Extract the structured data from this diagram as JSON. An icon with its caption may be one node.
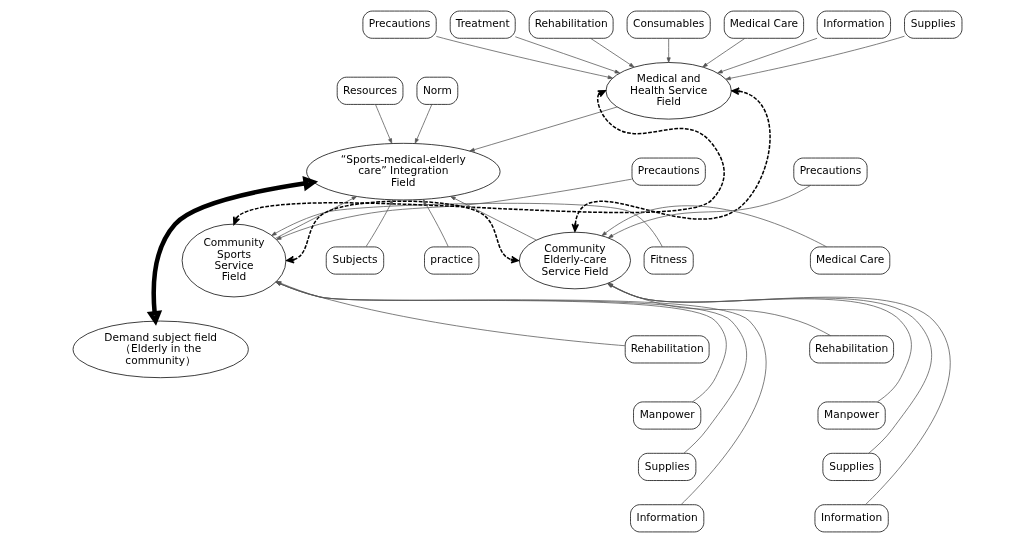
{
  "diagram": {
    "nodes": [
      {
        "text": [
          "Precautions"
        ]
      },
      {
        "text": [
          "Treatment"
        ]
      },
      {
        "text": [
          "Rehabilitation"
        ]
      },
      {
        "text": [
          "Consumables"
        ]
      },
      {
        "text": [
          "Medical Care"
        ]
      },
      {
        "text": [
          "Information"
        ]
      },
      {
        "text": [
          "Supplies"
        ]
      },
      {
        "text": [
          "Medical and Health Service Field"
        ]
      },
      {
        "text": [
          "Resources"
        ]
      },
      {
        "text": [
          "Norm"
        ]
      },
      {
        "text": [
          "“Sports-medical-elderly care” Integration Field"
        ]
      },
      {
        "text": [
          "Community Sports Service Field"
        ]
      },
      {
        "text": [
          "Subjects"
        ]
      },
      {
        "text": [
          "practice"
        ]
      },
      {
        "text": [
          "Community Elderly-care Service Field"
        ]
      },
      {
        "text": [
          "Demand subject field （Elderly in the community）"
        ]
      },
      {
        "text": [
          "Precautions"
        ]
      },
      {
        "text": [
          "Fitness"
        ]
      },
      {
        "text": [
          "Rehabilitation"
        ]
      },
      {
        "text": [
          "Manpower"
        ]
      },
      {
        "text": [
          "Supplies"
        ]
      },
      {
        "text": [
          "Information"
        ]
      },
      {
        "text": [
          "Precautions"
        ]
      },
      {
        "text": [
          "Medical Care"
        ]
      },
      {
        "text": [
          "Rehabilitation"
        ]
      },
      {
        "text": [
          "Manpower"
        ]
      },
      {
        "text": [
          "Supplies"
        ]
      },
      {
        "text": [
          "Information"
        ]
      }
    ],
    "edges": [
      {
        "from": 0,
        "to": 7,
        "arrow": "to"
      },
      {
        "from": 1,
        "to": 7,
        "arrow": "to"
      },
      {
        "from": 2,
        "to": 7,
        "arrow": "to"
      },
      {
        "from": 3,
        "to": 7,
        "arrow": "to"
      },
      {
        "from": 4,
        "to": 7,
        "arrow": "to"
      },
      {
        "from": 5,
        "to": 7,
        "arrow": "to"
      },
      {
        "from": 6,
        "to": 7,
        "arrow": "to"
      },
      {
        "from": 7,
        "to": 10,
        "arrow": "to"
      },
      {
        "from": 8,
        "to": 10,
        "arrow": "to"
      },
      {
        "from": 9,
        "to": 10,
        "arrow": "to"
      },
      {
        "from": 11,
        "to": 10,
        "arrow": "to"
      },
      {
        "from": 12,
        "to": 10,
        "arrow": "to"
      },
      {
        "from": 13,
        "to": 10,
        "arrow": "to"
      },
      {
        "from": 14,
        "to": 10,
        "arrow": "to"
      },
      {
        "from": 7,
        "to": 11,
        "arrow": "both",
        "style": "dashed"
      },
      {
        "from": 7,
        "to": 14,
        "arrow": "both",
        "style": "dashed"
      },
      {
        "from": 11,
        "to": 14,
        "arrow": "both",
        "style": "dashed"
      },
      {
        "from": 10,
        "to": 15,
        "arrow": "both",
        "style": "thick"
      },
      {
        "from": 16,
        "to": 11,
        "arrow": "to"
      },
      {
        "from": 17,
        "to": 11,
        "arrow": "to"
      },
      {
        "from": 18,
        "to": 11,
        "arrow": "to"
      },
      {
        "from": 19,
        "to": 11,
        "arrow": "to"
      },
      {
        "from": 20,
        "to": 11,
        "arrow": "to"
      },
      {
        "from": 21,
        "to": 11,
        "arrow": "to"
      },
      {
        "from": 22,
        "to": 14,
        "arrow": "to"
      },
      {
        "from": 23,
        "to": 14,
        "arrow": "to"
      },
      {
        "from": 24,
        "to": 14,
        "arrow": "to"
      },
      {
        "from": 25,
        "to": 14,
        "arrow": "to"
      },
      {
        "from": 26,
        "to": 14,
        "arrow": "to"
      },
      {
        "from": 27,
        "to": 14,
        "arrow": "to"
      }
    ]
  }
}
